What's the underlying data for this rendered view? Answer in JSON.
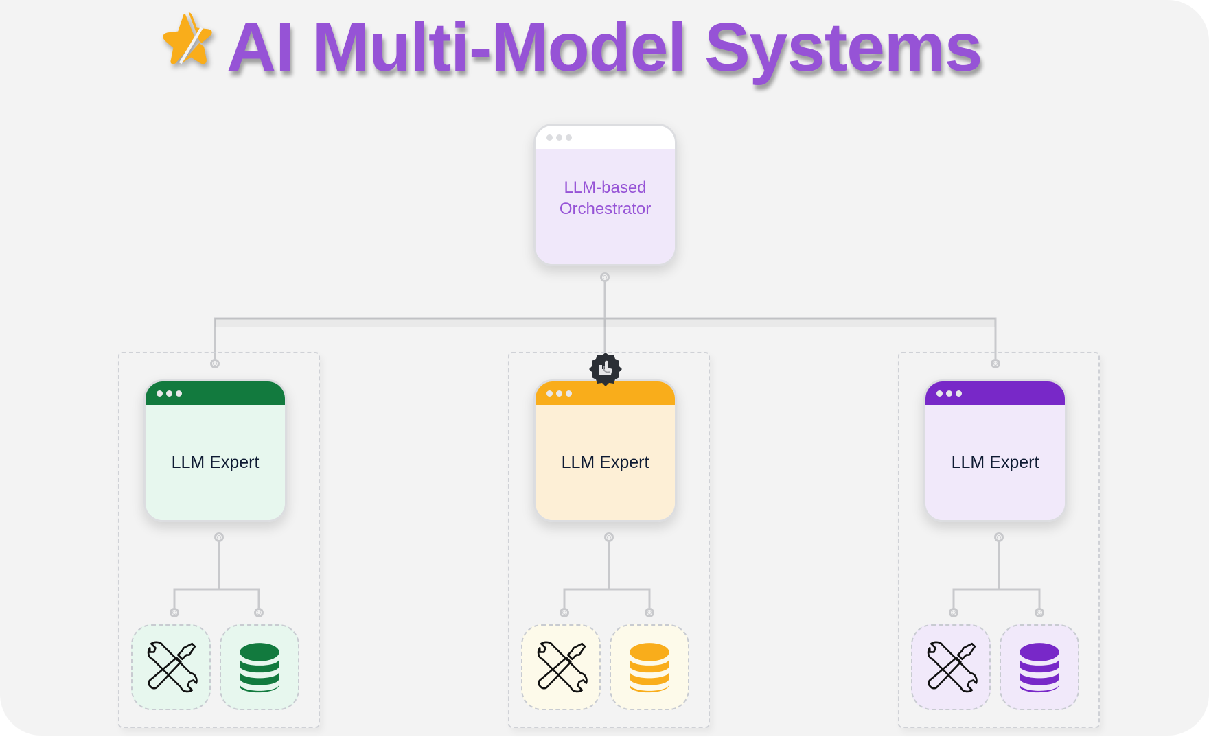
{
  "title": "AI Multi-Model Systems",
  "icons": {
    "title": "star-icon",
    "badge": "hand-pointer-icon",
    "tool": "tools-icon",
    "data": "database-icon"
  },
  "orchestrator": {
    "label_line1": "LLM-based",
    "label_line2": "Orchestrator",
    "bar_color": "#ffffff",
    "body_color": "#f0e8fa",
    "text_color": "#9653d6"
  },
  "experts": [
    {
      "label": "LLM Expert",
      "bar_color": "#127a3e",
      "body_color": "#e7f7ee",
      "tile_color": "#e7f7ee",
      "db_color": "#127a3e"
    },
    {
      "label": "LLM Expert",
      "bar_color": "#f9ad1b",
      "body_color": "#fdefd6",
      "tile_color": "#fdfaea",
      "db_color": "#f9ad1b"
    },
    {
      "label": "LLM Expert",
      "bar_color": "#7828c8",
      "body_color": "#f1e9fa",
      "tile_color": "#f1e9fa",
      "db_color": "#7828c8"
    }
  ],
  "colors": {
    "title": "#9653d6",
    "star": "#f9ad1b",
    "connector": "#c8c9cc",
    "badge": "#2b2f35"
  }
}
